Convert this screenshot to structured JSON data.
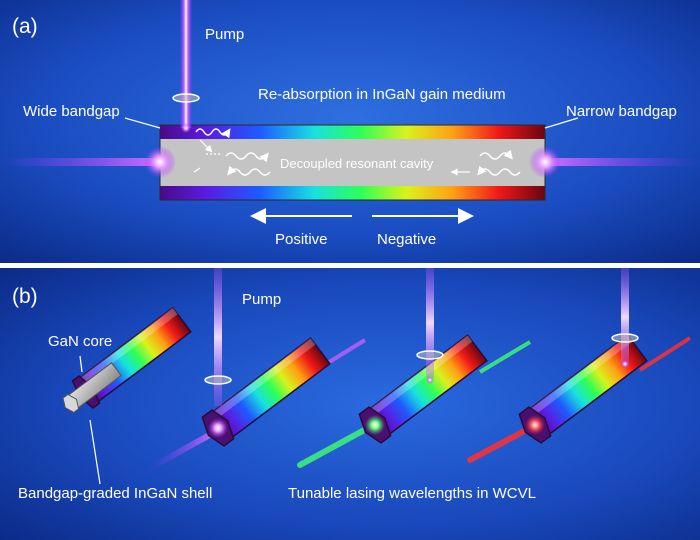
{
  "panel_a": {
    "tag": "(a)",
    "pump": "Pump",
    "reabsorption": "Re-absorption in InGaN gain medium",
    "wide_bandgap": "Wide bandgap",
    "narrow_bandgap": "Narrow bandgap",
    "cavity": "Decoupled resonant cavity",
    "positive": "Positive",
    "negative": "Negative"
  },
  "panel_b": {
    "tag": "(b)",
    "pump": "Pump",
    "core": "GaN  core",
    "shell": "Bandgap-graded InGaN shell",
    "tunable": "Tunable lasing wavelengths in WCVL"
  },
  "colors": {
    "background_dark": "#0b2a86",
    "background_light": "#2f6fe0",
    "pump_violet": "#b050ff",
    "emission_green": "#3cff6a",
    "emission_red": "#ff2a2a"
  }
}
